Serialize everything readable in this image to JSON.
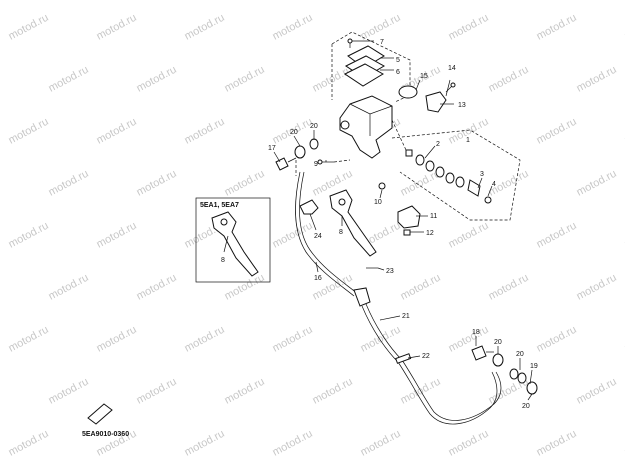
{
  "watermark": "motod.ru",
  "inset_title": "5EA1, 5EA7",
  "footer_code": "5EA9010-0360",
  "callouts": {
    "c1": "1",
    "c2": "2",
    "c3": "3",
    "c4": "4",
    "c5": "5",
    "c6": "6",
    "c7": "7",
    "c8a": "8",
    "c8b": "8",
    "c8c": "8",
    "c9": "9",
    "c10": "10",
    "c11": "11",
    "c12": "12",
    "c13": "13",
    "c14": "14",
    "c15": "15",
    "c16": "16",
    "c17": "17",
    "c18": "18",
    "c19": "19",
    "c20a": "20",
    "c20b": "20",
    "c20c": "20",
    "c20d": "20",
    "c20e": "20",
    "c21": "21",
    "c22": "22",
    "c23": "23",
    "c24": "24"
  }
}
